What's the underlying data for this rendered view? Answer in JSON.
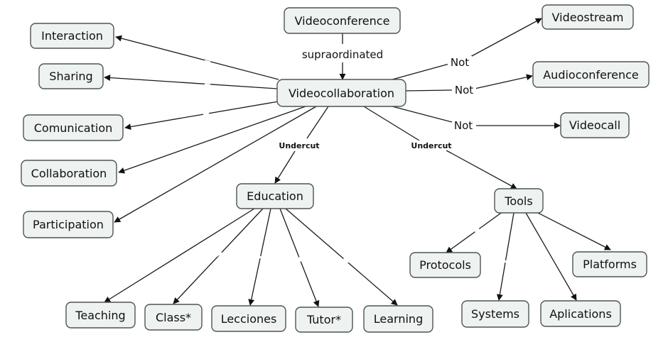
{
  "nodes": {
    "videoconference": "Videoconference",
    "videostream": "Videostream",
    "interaction": "Interaction",
    "sharing": "Sharing",
    "videocollaboration": "Videocollaboration",
    "audioconference": "Audioconference",
    "comunication": "Comunication",
    "videocall": "Videocall",
    "collaboration": "Collaboration",
    "education": "Education",
    "tools": "Tools",
    "participation": "Participation",
    "protocols": "Protocols",
    "platforms": "Platforms",
    "teaching": "Teaching",
    "class": "Class*",
    "lecciones": "Lecciones",
    "tutor": "Tutor*",
    "learning": "Learning",
    "systems": "Systems",
    "aplications": "Aplications"
  },
  "links": {
    "supraordinated": "supraordinated",
    "not_videostream": "Not",
    "not_audioconference": "Not",
    "not_videocall": "Not",
    "undercut_education": "Undercut",
    "undercut_tools": "Undercut"
  }
}
